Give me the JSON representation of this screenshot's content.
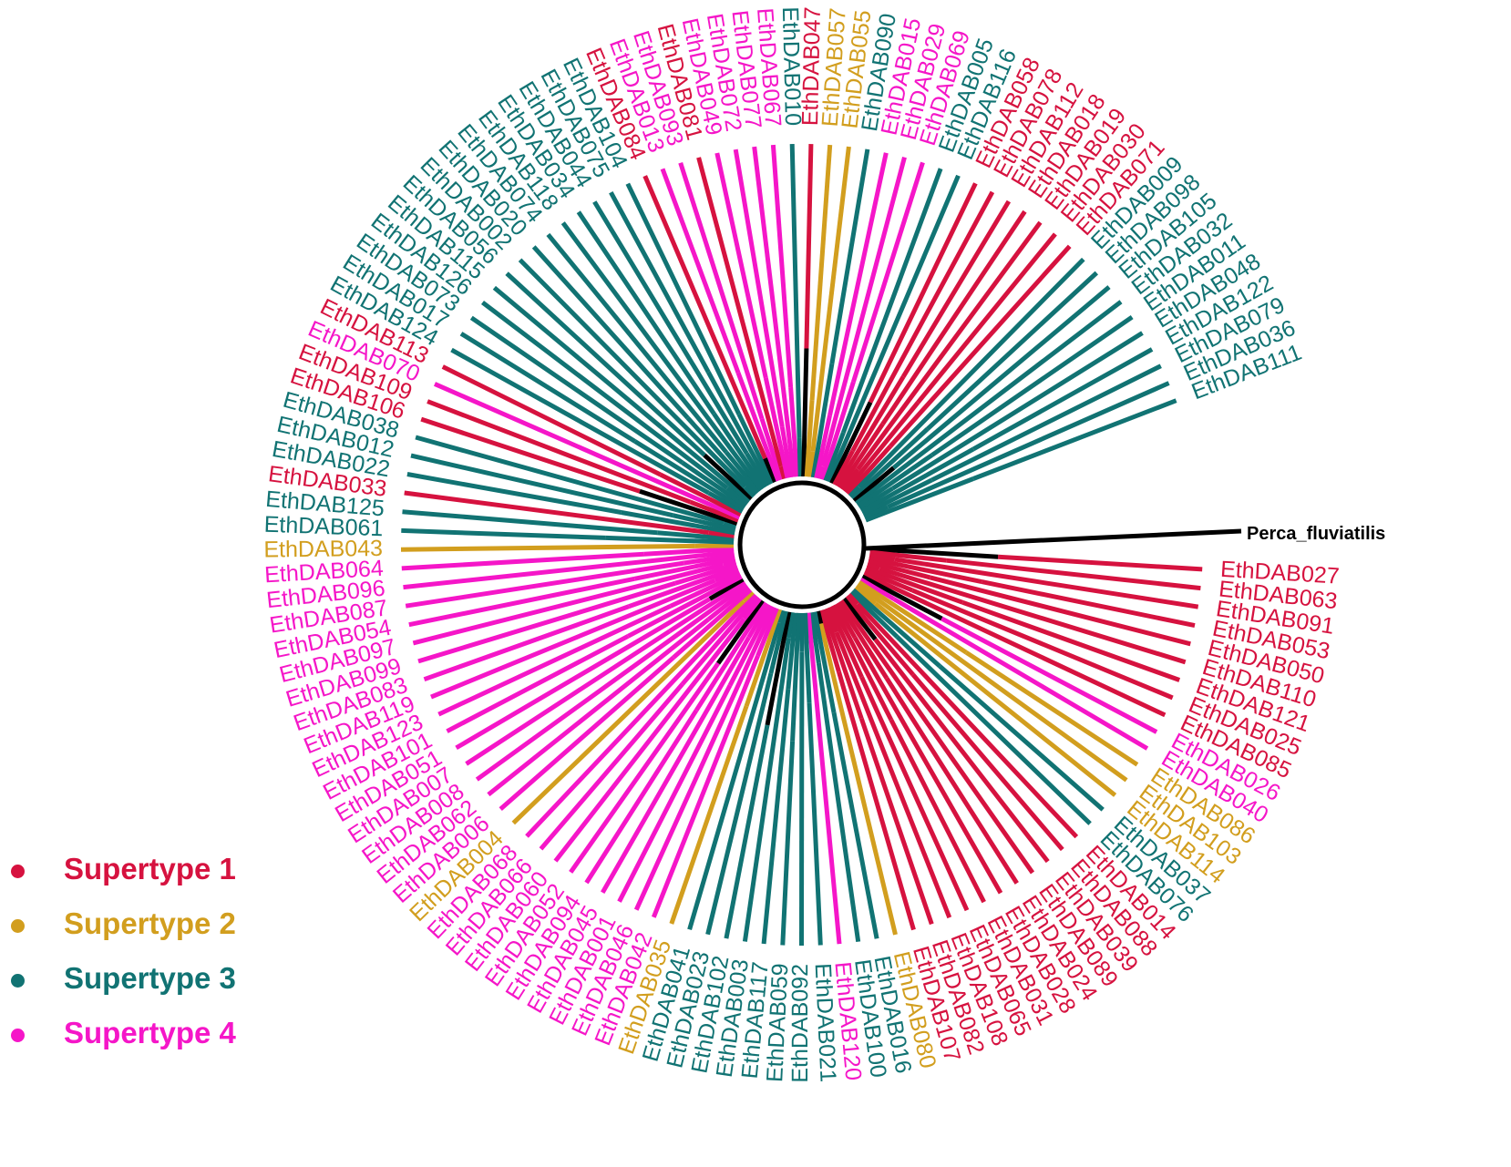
{
  "colors": {
    "supertype1": "#d6123f",
    "supertype2": "#d29e1e",
    "supertype3": "#117373",
    "supertype4": "#f516c8",
    "outgroup": "#000000"
  },
  "legend": [
    {
      "label": "Supertype 1",
      "color_key": "supertype1"
    },
    {
      "label": "Supertype 2",
      "color_key": "supertype2"
    },
    {
      "label": "Supertype 3",
      "color_key": "supertype3"
    },
    {
      "label": "Supertype 4",
      "color_key": "supertype4"
    }
  ],
  "outgroup": {
    "label": "Perca_fluviatilis"
  },
  "leaves": [
    {
      "label": "EthDAB027",
      "supertype": 1
    },
    {
      "label": "EthDAB063",
      "supertype": 1
    },
    {
      "label": "EthDAB091",
      "supertype": 1
    },
    {
      "label": "EthDAB053",
      "supertype": 1
    },
    {
      "label": "EthDAB050",
      "supertype": 1
    },
    {
      "label": "EthDAB110",
      "supertype": 1
    },
    {
      "label": "EthDAB121",
      "supertype": 1
    },
    {
      "label": "EthDAB025",
      "supertype": 1
    },
    {
      "label": "EthDAB085",
      "supertype": 1
    },
    {
      "label": "EthDAB026",
      "supertype": 4
    },
    {
      "label": "EthDAB040",
      "supertype": 4
    },
    {
      "label": "EthDAB086",
      "supertype": 2
    },
    {
      "label": "EthDAB103",
      "supertype": 2
    },
    {
      "label": "EthDAB114",
      "supertype": 2
    },
    {
      "label": "EthDAB037",
      "supertype": 3
    },
    {
      "label": "EthDAB076",
      "supertype": 3
    },
    {
      "label": "EthDAB014",
      "supertype": 1
    },
    {
      "label": "EthDAB088",
      "supertype": 1
    },
    {
      "label": "EthDAB039",
      "supertype": 1
    },
    {
      "label": "EthDAB089",
      "supertype": 1
    },
    {
      "label": "EthDAB024",
      "supertype": 1
    },
    {
      "label": "EthDAB028",
      "supertype": 1
    },
    {
      "label": "EthDAB031",
      "supertype": 1
    },
    {
      "label": "EthDAB065",
      "supertype": 1
    },
    {
      "label": "EthDAB108",
      "supertype": 1
    },
    {
      "label": "EthDAB082",
      "supertype": 1
    },
    {
      "label": "EthDAB107",
      "supertype": 1
    },
    {
      "label": "EthDAB080",
      "supertype": 2
    },
    {
      "label": "EthDAB016",
      "supertype": 3
    },
    {
      "label": "EthDAB100",
      "supertype": 3
    },
    {
      "label": "EthDAB120",
      "supertype": 4
    },
    {
      "label": "EthDAB021",
      "supertype": 3
    },
    {
      "label": "EthDAB092",
      "supertype": 3
    },
    {
      "label": "EthDAB059",
      "supertype": 3
    },
    {
      "label": "EthDAB117",
      "supertype": 3
    },
    {
      "label": "EthDAB003",
      "supertype": 3
    },
    {
      "label": "EthDAB102",
      "supertype": 3
    },
    {
      "label": "EthDAB023",
      "supertype": 3
    },
    {
      "label": "EthDAB041",
      "supertype": 3
    },
    {
      "label": "EthDAB035",
      "supertype": 2
    },
    {
      "label": "EthDAB042",
      "supertype": 4
    },
    {
      "label": "EthDAB046",
      "supertype": 4
    },
    {
      "label": "EthDAB001",
      "supertype": 4
    },
    {
      "label": "EthDAB045",
      "supertype": 4
    },
    {
      "label": "EthDAB094",
      "supertype": 4
    },
    {
      "label": "EthDAB052",
      "supertype": 4
    },
    {
      "label": "EthDAB060",
      "supertype": 4
    },
    {
      "label": "EthDAB066",
      "supertype": 4
    },
    {
      "label": "EthDAB068",
      "supertype": 4
    },
    {
      "label": "EthDAB004",
      "supertype": 2
    },
    {
      "label": "EthDAB006",
      "supertype": 4
    },
    {
      "label": "EthDAB062",
      "supertype": 4
    },
    {
      "label": "EthDAB008",
      "supertype": 4
    },
    {
      "label": "EthDAB007",
      "supertype": 4
    },
    {
      "label": "EthDAB051",
      "supertype": 4
    },
    {
      "label": "EthDAB101",
      "supertype": 4
    },
    {
      "label": "EthDAB123",
      "supertype": 4
    },
    {
      "label": "EthDAB119",
      "supertype": 4
    },
    {
      "label": "EthDAB083",
      "supertype": 4
    },
    {
      "label": "EthDAB099",
      "supertype": 4
    },
    {
      "label": "EthDAB097",
      "supertype": 4
    },
    {
      "label": "EthDAB054",
      "supertype": 4
    },
    {
      "label": "EthDAB087",
      "supertype": 4
    },
    {
      "label": "EthDAB096",
      "supertype": 4
    },
    {
      "label": "EthDAB064",
      "supertype": 4
    },
    {
      "label": "EthDAB043",
      "supertype": 2
    },
    {
      "label": "EthDAB061",
      "supertype": 3
    },
    {
      "label": "EthDAB125",
      "supertype": 3
    },
    {
      "label": "EthDAB033",
      "supertype": 1
    },
    {
      "label": "EthDAB022",
      "supertype": 3
    },
    {
      "label": "EthDAB012",
      "supertype": 3
    },
    {
      "label": "EthDAB038",
      "supertype": 3
    },
    {
      "label": "EthDAB106",
      "supertype": 1
    },
    {
      "label": "EthDAB109",
      "supertype": 1
    },
    {
      "label": "EthDAB070",
      "supertype": 4
    },
    {
      "label": "EthDAB113",
      "supertype": 1
    },
    {
      "label": "EthDAB124",
      "supertype": 3
    },
    {
      "label": "EthDAB017",
      "supertype": 3
    },
    {
      "label": "EthDAB073",
      "supertype": 3
    },
    {
      "label": "EthDAB126",
      "supertype": 3
    },
    {
      "label": "EthDAB115",
      "supertype": 3
    },
    {
      "label": "EthDAB056",
      "supertype": 3
    },
    {
      "label": "EthDAB002",
      "supertype": 3
    },
    {
      "label": "EthDAB020",
      "supertype": 3
    },
    {
      "label": "EthDAB074",
      "supertype": 3
    },
    {
      "label": "EthDAB118",
      "supertype": 3
    },
    {
      "label": "EthDAB034",
      "supertype": 3
    },
    {
      "label": "EthDAB044",
      "supertype": 3
    },
    {
      "label": "EthDAB075",
      "supertype": 3
    },
    {
      "label": "EthDAB104",
      "supertype": 3
    },
    {
      "label": "EthDAB084",
      "supertype": 1
    },
    {
      "label": "EthDAB013",
      "supertype": 4
    },
    {
      "label": "EthDAB093",
      "supertype": 4
    },
    {
      "label": "EthDAB081",
      "supertype": 1
    },
    {
      "label": "EthDAB049",
      "supertype": 4
    },
    {
      "label": "EthDAB072",
      "supertype": 4
    },
    {
      "label": "EthDAB077",
      "supertype": 4
    },
    {
      "label": "EthDAB067",
      "supertype": 4
    },
    {
      "label": "EthDAB010",
      "supertype": 3
    },
    {
      "label": "EthDAB047",
      "supertype": 1
    },
    {
      "label": "EthDAB057",
      "supertype": 2
    },
    {
      "label": "EthDAB055",
      "supertype": 2
    },
    {
      "label": "EthDAB090",
      "supertype": 3
    },
    {
      "label": "EthDAB015",
      "supertype": 4
    },
    {
      "label": "EthDAB029",
      "supertype": 4
    },
    {
      "label": "EthDAB069",
      "supertype": 4
    },
    {
      "label": "EthDAB005",
      "supertype": 3
    },
    {
      "label": "EthDAB116",
      "supertype": 3
    },
    {
      "label": "EthDAB058",
      "supertype": 1
    },
    {
      "label": "EthDAB078",
      "supertype": 1
    },
    {
      "label": "EthDAB112",
      "supertype": 1
    },
    {
      "label": "EthDAB018",
      "supertype": 1
    },
    {
      "label": "EthDAB019",
      "supertype": 1
    },
    {
      "label": "EthDAB030",
      "supertype": 1
    },
    {
      "label": "EthDAB071",
      "supertype": 1
    },
    {
      "label": "EthDAB009",
      "supertype": 3
    },
    {
      "label": "EthDAB098",
      "supertype": 3
    },
    {
      "label": "EthDAB105",
      "supertype": 3
    },
    {
      "label": "EthDAB032",
      "supertype": 3
    },
    {
      "label": "EthDAB011",
      "supertype": 3
    },
    {
      "label": "EthDAB048",
      "supertype": 3
    },
    {
      "label": "EthDAB122",
      "supertype": 3
    },
    {
      "label": "EthDAB079",
      "supertype": 3
    },
    {
      "label": "EthDAB036",
      "supertype": 3
    },
    {
      "label": "EthDAB111",
      "supertype": 3
    }
  ]
}
